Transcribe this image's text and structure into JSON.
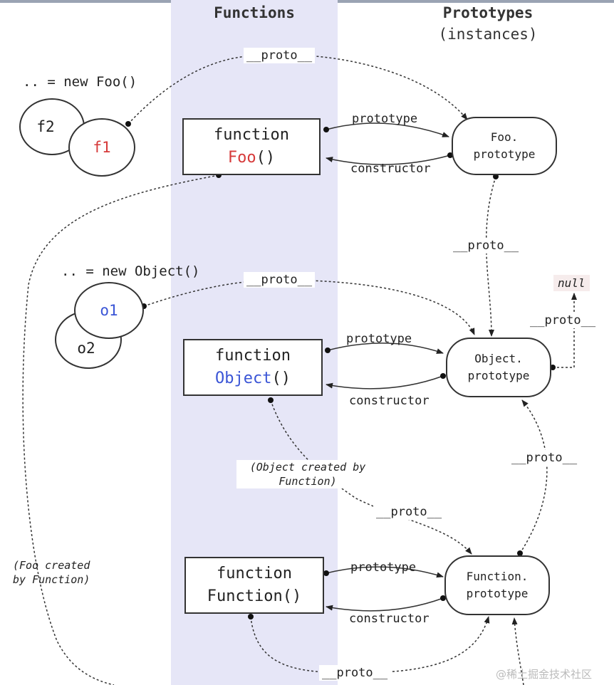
{
  "headers": {
    "functions": "Functions",
    "prototypes": "Prototypes",
    "prototypes_sub": "(instances)"
  },
  "instances": {
    "foo_new": ".. = new Foo()",
    "object_new": ".. = new Object()",
    "f1": "f1",
    "f2": "f2",
    "o1": "o1",
    "o2": "o2"
  },
  "functions": {
    "foo": {
      "keyword": "function",
      "name": "Foo",
      "parens": "()"
    },
    "object": {
      "keyword": "function",
      "name": "Object",
      "parens": "()"
    },
    "function": {
      "keyword": "function",
      "name": "Function()"
    }
  },
  "prototypes": {
    "foo": {
      "line1": "Foo.",
      "line2": "prototype"
    },
    "object": {
      "line1": "Object.",
      "line2": "prototype"
    },
    "function": {
      "line1": "Function.",
      "line2": "prototype"
    }
  },
  "null_label": "null",
  "edge_labels": {
    "proto": "__proto__",
    "prototype": "prototype",
    "constructor": "constructor"
  },
  "notes": {
    "object_created_line1": "(Object created by",
    "object_created_line2": "Function)",
    "foo_created_line1": "(Foo created",
    "foo_created_line2": "by Function)"
  },
  "watermark": "@稀土掘金技术社区",
  "colors": {
    "foo_name": "#d63a3a",
    "object_name": "#3a55d6",
    "band": "#e6e6f7"
  }
}
